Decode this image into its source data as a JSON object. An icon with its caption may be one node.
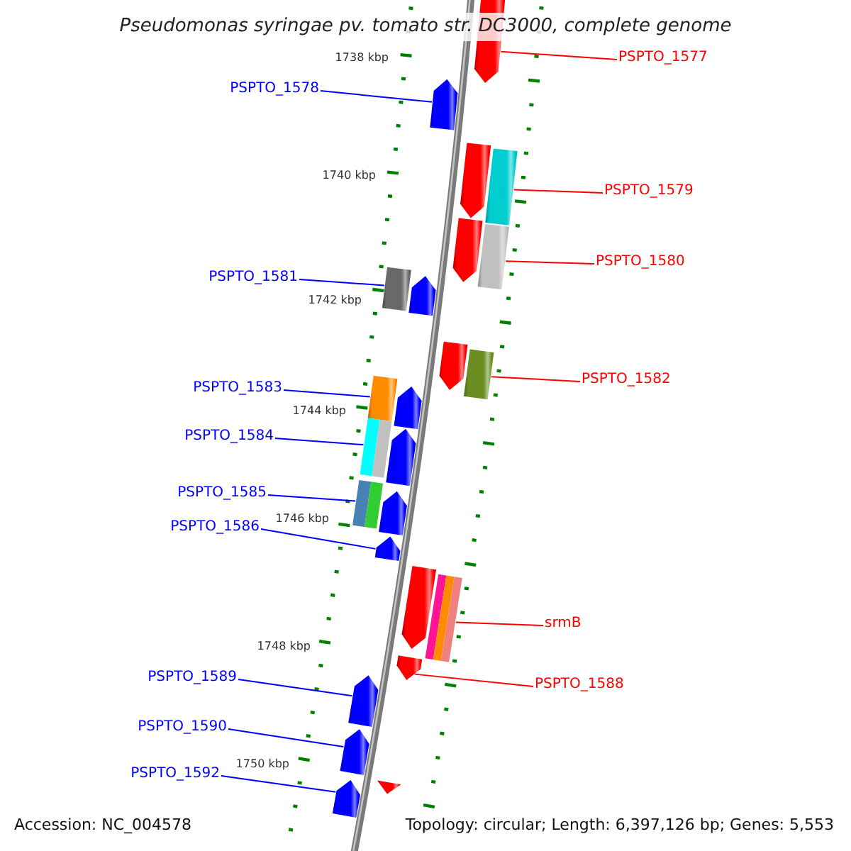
{
  "diagram": {
    "title": "Pseudomonas syringae pv. tomato str. DC3000, complete genome",
    "nodes": [
      {
        "text": [
          "PSPTO_1577"
        ]
      },
      {
        "text": [
          "PSPTO_1578"
        ]
      },
      {
        "text": [
          "PSPTO_1579"
        ]
      },
      {
        "text": [
          "PSPTO_1580"
        ]
      },
      {
        "text": [
          "PSPTO_1581"
        ]
      },
      {
        "text": [
          "PSPTO_1582"
        ]
      },
      {
        "text": [
          "PSPTO_1583"
        ]
      },
      {
        "text": [
          "PSPTO_1584"
        ]
      },
      {
        "text": [
          "PSPTO_1585"
        ]
      },
      {
        "text": [
          "PSPTO_1586"
        ]
      },
      {
        "text": [
          "srmB"
        ]
      },
      {
        "text": [
          "PSPTO_1589"
        ]
      },
      {
        "text": [
          "PSPTO_1588"
        ]
      },
      {
        "text": [
          "PSPTO_1590"
        ]
      },
      {
        "text": [
          "PSPTO_1592"
        ]
      },
      {
        "text": [],
        "shape": "pentagon"
      },
      {
        "text": [],
        "shape": "pentagon"
      },
      {
        "text": [],
        "shape": "pentagon"
      },
      {
        "text": [],
        "shape": "box"
      },
      {
        "text": [],
        "shape": "pentagon"
      },
      {
        "text": [],
        "shape": "box"
      },
      {
        "text": [],
        "shape": "box"
      },
      {
        "text": [],
        "shape": "pentagon"
      },
      {
        "text": [],
        "shape": "pentagon"
      },
      {
        "text": [],
        "shape": "box"
      },
      {
        "text": [],
        "shape": "box"
      },
      {
        "text": [],
        "shape": "pentagon"
      },
      {
        "text": [],
        "shape": "box"
      },
      {
        "text": [],
        "shape": "pentagon"
      },
      {
        "text": [],
        "shape": "box"
      },
      {
        "text": [],
        "shape": "pentagon"
      },
      {
        "text": [],
        "shape": "pentagon"
      },
      {
        "text": [],
        "shape": "pentagon"
      },
      {
        "text": [],
        "shape": "box"
      },
      {
        "text": [],
        "shape": "pentagon"
      },
      {
        "text": [],
        "shape": "pentagon"
      },
      {
        "text": [],
        "shape": "pentagon"
      },
      {
        "text": [],
        "shape": "triangle"
      },
      {
        "text": [],
        "shape": "pentagon"
      }
    ],
    "edges": [
      {
        "from": 0,
        "to": 15,
        "arrow": "none",
        "color": "#ff0000"
      },
      {
        "from": 1,
        "to": 16,
        "arrow": "none"
      },
      {
        "from": 2,
        "to": 18,
        "arrow": "none",
        "color": "#ff0000"
      },
      {
        "from": 3,
        "to": 20,
        "arrow": "none",
        "color": "#ff0000"
      },
      {
        "from": 4,
        "to": 21,
        "arrow": "none"
      },
      {
        "from": 5,
        "to": 24,
        "arrow": "none",
        "color": "#ff0000"
      },
      {
        "from": 6,
        "to": 25,
        "arrow": "none"
      },
      {
        "from": 7,
        "to": 27,
        "arrow": "none"
      },
      {
        "from": 8,
        "to": 29,
        "arrow": "none"
      },
      {
        "from": 9,
        "to": 31,
        "arrow": "none"
      },
      {
        "from": 10,
        "to": 33,
        "arrow": "none",
        "color": "#ff0000"
      },
      {
        "from": 11,
        "to": 35,
        "arrow": "none"
      },
      {
        "from": 12,
        "to": 34,
        "arrow": "none",
        "color": "#ff0000"
      },
      {
        "from": 13,
        "to": 36,
        "arrow": "none"
      },
      {
        "from": 14,
        "to": 38,
        "arrow": "none"
      }
    ],
    "labels": [
      "1738 kbp",
      "1740 kbp",
      "1742 kbp",
      "1744 kbp",
      "1746 kbp",
      "1748 kbp",
      "1750 kbp",
      "Accession: NC_004578",
      "Topology: circular; Length: 6,397,126 bp; Genes: 5,553"
    ]
  }
}
